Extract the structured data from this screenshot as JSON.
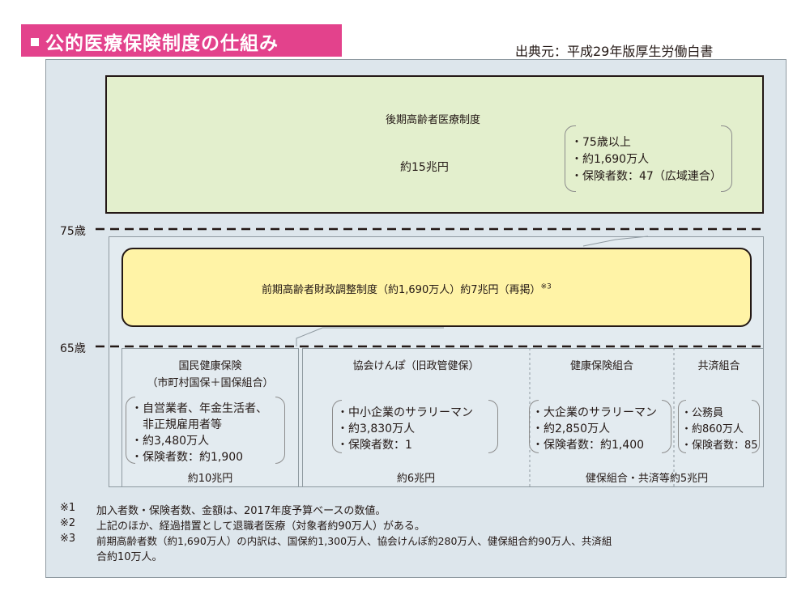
{
  "title": "公的医療保険制度の仕組み",
  "source": "出典元：平成29年版厚生労働白書",
  "age_labels": {
    "age75": "75歳",
    "age65": "65歳"
  },
  "late_elderly": {
    "name": "後期高齢者医療制度",
    "amount": "約15兆円",
    "bullets": [
      "・75歳以上",
      "・約1,690万人",
      "・保険者数：47（広域連合）"
    ]
  },
  "early_elderly": {
    "label": "前期高齢者財政調整制度（約1,690万人）約7兆円（再掲）",
    "note_mark": "※3"
  },
  "systems": [
    {
      "name": "国民健康保険",
      "name2": "（市町村国保＋国保組合）",
      "bullets": [
        "・自営業者、年金生活者、",
        "　非正規雇用者等",
        "・約3,480万人",
        "・保険者数：約1,900"
      ],
      "amount": "約10兆円"
    },
    {
      "name": "協会けんぽ（旧政管健保）",
      "bullets": [
        "・中小企業のサラリーマン",
        "・約3,830万人",
        "・保険者数：1"
      ],
      "amount": "約6兆円"
    },
    {
      "name": "健康保険組合",
      "bullets": [
        "・大企業のサラリーマン",
        "・約2,850万人",
        "・保険者数：約1,400"
      ]
    },
    {
      "name": "共済組合",
      "bullets": [
        "・公務員",
        "・約860万人",
        "・保険者数：85"
      ]
    }
  ],
  "combined_amount": "健保組合・共済等約5兆円",
  "notes": [
    {
      "mark": "※1",
      "text": "加入者数・保険者数、金額は、2017年度予算ベースの数値。"
    },
    {
      "mark": "※2",
      "text": "上記のほか、経過措置として退職者医療（対象者約90万人）がある。"
    },
    {
      "mark": "※3",
      "text": "前期高齢者数（約1,690万人）の内訳は、国保約1,300万人、協会けんぽ約280万人、健保組合約90万人、共済組"
    },
    {
      "mark": "",
      "text": "合約10万人。"
    }
  ],
  "colors": {
    "title_bg": "#e3428c",
    "panel_bg": "#dde6ec",
    "late_bg": "#e3efcd",
    "early_bg": "#fff3a6"
  }
}
